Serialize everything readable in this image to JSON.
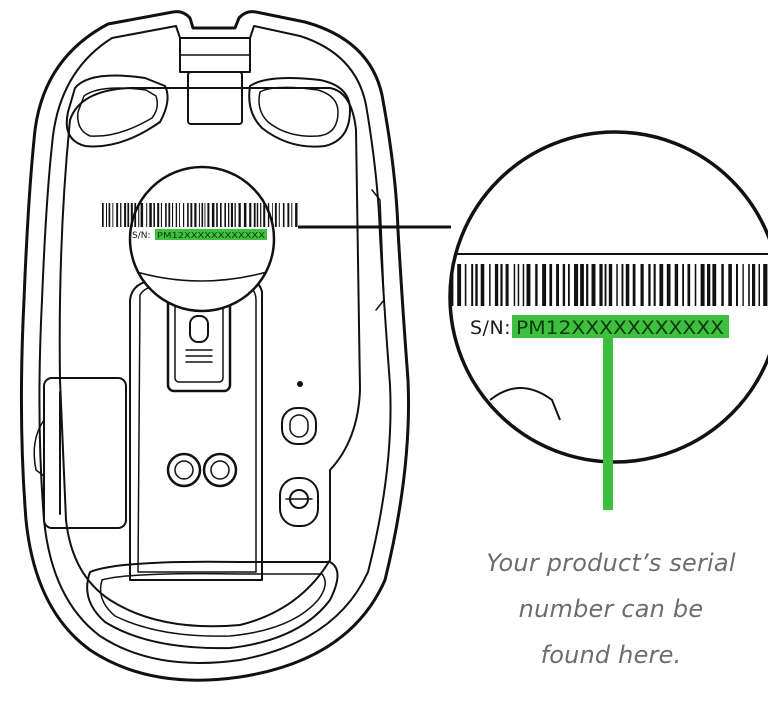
{
  "small_label": {
    "prefix": "S/N:",
    "serial": "PM12XXXXXXXXXXXX"
  },
  "zoom_label": {
    "prefix": "S/N:",
    "serial": "PM12XXXXXXXXXXX"
  },
  "caption": {
    "line1": "Your product’s serial",
    "line2": "number can be",
    "line3": "found here."
  },
  "colors": {
    "highlight": "#3fbf3f",
    "highlight_text": "#0b3a0b",
    "outline": "#111111",
    "caption": "#6d6d6d"
  },
  "icons": [
    "mouse-underside-icon",
    "barcode-icon",
    "magnifier-circle-icon"
  ]
}
